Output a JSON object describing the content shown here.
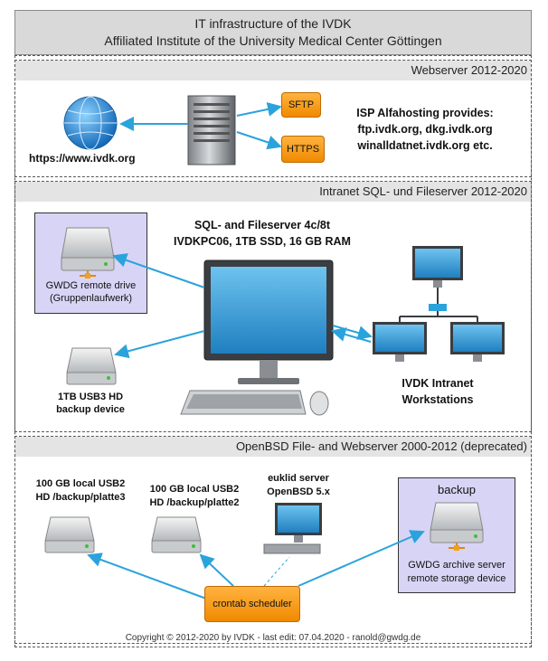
{
  "header": {
    "line1": "IT infrastructure of the IVDK",
    "line2": "Affiliated Institute of the University Medical Center Göttingen"
  },
  "webserver": {
    "title": "Webserver 2012-2020",
    "url": "https://www.ivdk.org",
    "sftp": "SFTP",
    "https": "HTTPS",
    "isp_line1": "ISP Alfahosting provides:",
    "isp_line2": "ftp.ivdk.org, dkg.ivdk.org",
    "isp_line3": "winalldatnet.ivdk.org etc."
  },
  "intranet": {
    "title": "Intranet SQL- und Fileserver 2012-2020",
    "server_line1": "SQL- and Fileserver 4c/8t",
    "server_line2": "IVDKPC06, 1TB SSD, 16 GB RAM",
    "gwdg_line1": "GWDG remote drive",
    "gwdg_line2": "(Gruppenlaufwerk)",
    "usb_line1": "1TB USB3 HD",
    "usb_line2": "backup device",
    "ws_line1": "IVDK Intranet",
    "ws_line2": "Workstations"
  },
  "openbsd": {
    "title": "OpenBSD File- and Webserver 2000-2012 (deprecated)",
    "hd3_line1": "100 GB local USB2",
    "hd3_line2": "HD /backup/platte3",
    "hd2_line1": "100 GB local USB2",
    "hd2_line2": "HD /backup/platte2",
    "euklid_line1": "euklid server",
    "euklid_line2": "OpenBSD 5.x",
    "backup_title": "backup",
    "archive_line1": "GWDG archive server",
    "archive_line2": "remote storage device",
    "crontab": "crontab scheduler"
  },
  "footer": {
    "copyright": "Copyright © 2012-2020 by IVDK - last edit: 07.04.2020 - ranold@gwdg.de"
  },
  "colors": {
    "arrow": "#2aa3dc",
    "orange": "#f39c12",
    "lavender": "#d8d4f5",
    "header_gray": "#d9d9d9"
  }
}
